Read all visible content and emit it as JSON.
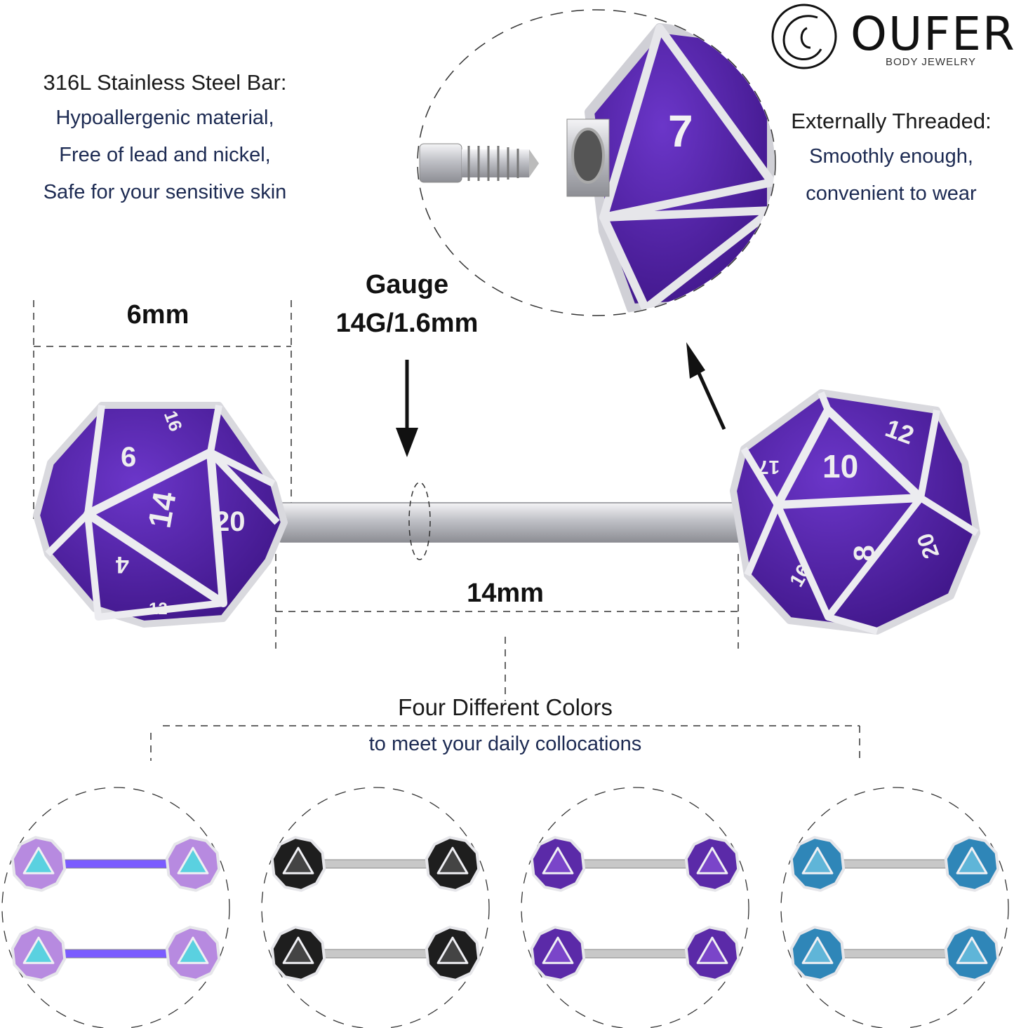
{
  "brand": {
    "name": "OUFER",
    "tagline": "BODY JEWELRY"
  },
  "material": {
    "heading": "316L Stainless Steel Bar:",
    "lines": [
      "Hypoallergenic material,",
      "Free of lead and nickel,",
      "Safe for your sensitive skin"
    ]
  },
  "threading": {
    "heading": "Externally Threaded:",
    "lines": [
      "Smoothly enough,",
      "convenient to wear"
    ]
  },
  "gauge": {
    "label": "Gauge",
    "value": "14G/1.6mm"
  },
  "dimensions": {
    "ball": "6mm",
    "bar": "14mm"
  },
  "colors": {
    "title": "Four Different Colors",
    "subtitle": "to meet your daily collocations",
    "variants": [
      {
        "name": "rainbow",
        "fill": "#b78ae0",
        "accent": "#5ad1e0",
        "bar": "#7b5cff"
      },
      {
        "name": "black",
        "fill": "#1e1e1e",
        "accent": "#444444",
        "bar": "#c8c8c8"
      },
      {
        "name": "purple",
        "fill": "#5b2aa8",
        "accent": "#7a45c9",
        "bar": "#c8c8c8"
      },
      {
        "name": "blue",
        "fill": "#2f86b8",
        "accent": "#5fb5d8",
        "bar": "#c8c8c8"
      }
    ]
  },
  "theme": {
    "dice": "#4e1f9e",
    "metal": "#d9d9de",
    "navy": "#1c2a52"
  },
  "dice_numbers": {
    "left": [
      "6",
      "14",
      "20",
      "4",
      "16",
      "12"
    ],
    "right": [
      "10",
      "12",
      "8",
      "20",
      "17",
      "16"
    ],
    "zoom": "7"
  }
}
